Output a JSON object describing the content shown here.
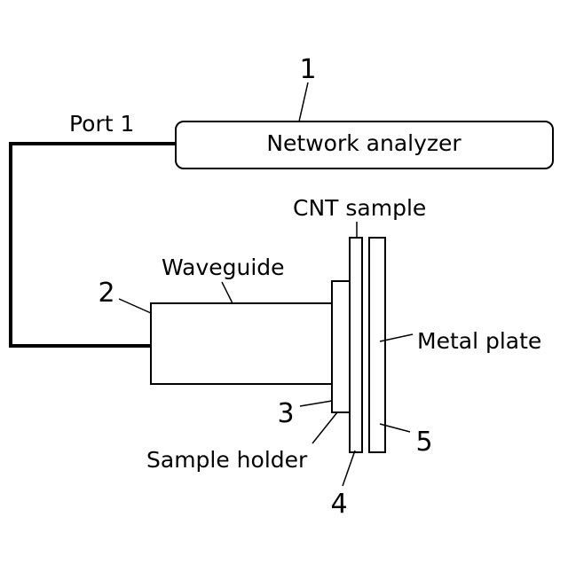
{
  "diagram": {
    "numbers": {
      "n1": "1",
      "n2": "2",
      "n3": "3",
      "n4": "4",
      "n5": "5"
    },
    "labels": {
      "port": "Port 1",
      "network_analyzer": "Network analyzer",
      "cnt_sample": "CNT sample",
      "waveguide": "Waveguide",
      "metal_plate": "Metal plate",
      "sample_holder": "Sample holder"
    },
    "colors": {
      "stroke": "#000000",
      "background": "#ffffff"
    }
  }
}
